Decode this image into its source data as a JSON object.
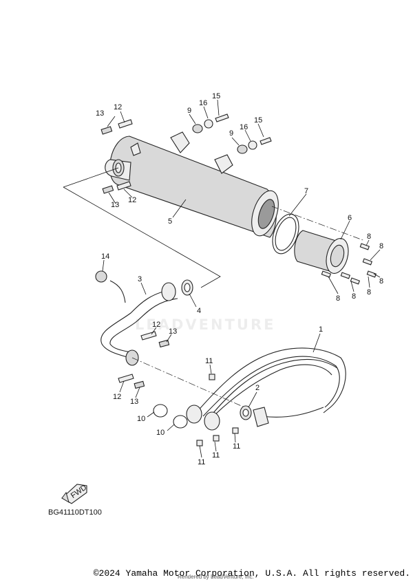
{
  "diagram": {
    "callouts": [
      "1",
      "2",
      "3",
      "4",
      "5",
      "6",
      "7",
      "8",
      "8",
      "8",
      "8",
      "8",
      "8",
      "9",
      "9",
      "10",
      "10",
      "11",
      "11",
      "11",
      "11",
      "12",
      "12",
      "12",
      "12",
      "13",
      "13",
      "13",
      "13",
      "14",
      "15",
      "15",
      "16",
      "16"
    ],
    "fwd_label": "FWD",
    "code": "BG41110DT100"
  },
  "footer": {
    "copyright": "©2024 Yamaha Motor Corporation, U.S.A. All rights reserved.",
    "rendered_by": "Rendered by LeadVenture, Inc."
  },
  "watermark": "LEADVENTURE"
}
